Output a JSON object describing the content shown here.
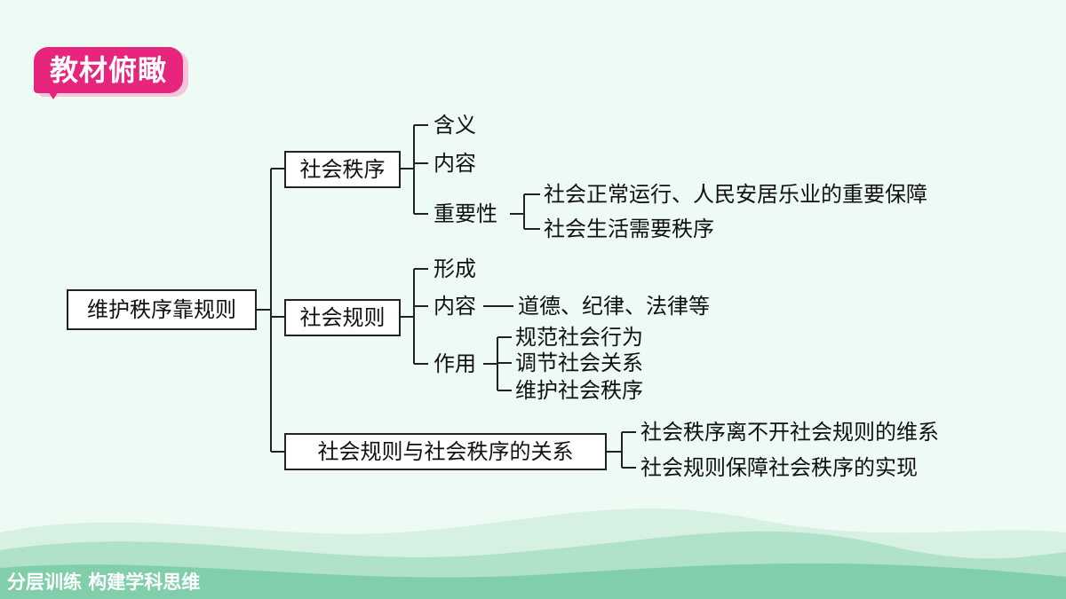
{
  "badge": "教材俯瞰",
  "footer": "分层训练  构建学科思维",
  "diagram": {
    "root": "维护秩序靠规则",
    "order": {
      "title": "社会秩序",
      "meaning": "含义",
      "content": "内容",
      "importance": "重要性",
      "importance_items": [
        "社会正常运行、人民安居乐业的重要保障",
        "社会生活需要秩序"
      ]
    },
    "rules": {
      "title": "社会规则",
      "formation": "形成",
      "content": "内容",
      "content_value": "道德、纪律、法律等",
      "function": "作用",
      "function_items": [
        "规范社会行为",
        "调节社会关系",
        "维护社会秩序"
      ]
    },
    "relation": {
      "title": "社会规则与社会秩序的关系",
      "items": [
        "社会秩序离不开社会规则的维系",
        "社会规则保障社会秩序的实现"
      ]
    }
  }
}
